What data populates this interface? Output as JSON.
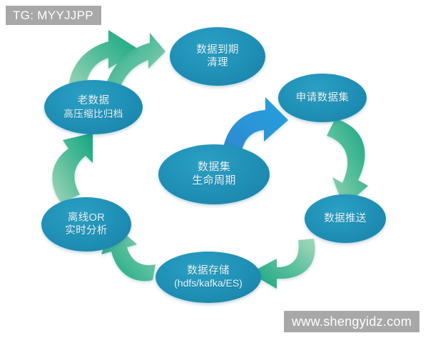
{
  "overlays": {
    "tg_tag": "TG: MYYJJPP",
    "watermark": "www.shengyidz.com"
  },
  "diagram": {
    "type": "cycle",
    "title": "数据集生命周期",
    "colors": {
      "node_fill": "#1f8fb5",
      "node_text": "#eaf7fb",
      "arrow_green_dark": "#18a886",
      "arrow_green_light": "#8fcfb0",
      "arrow_blue": "#2a97d8",
      "background": "#ffffff",
      "overlay_gray": "#a8a8a8"
    },
    "center": {
      "id": "dataset-lifecycle",
      "line1": "数据集",
      "line2": "生命周期"
    },
    "nodes": [
      {
        "id": "data-expiry-cleanup",
        "position": "top",
        "line1": "数据到期",
        "line2": "清理"
      },
      {
        "id": "apply-dataset",
        "position": "top-right",
        "line1": "申请数据集",
        "line2": ""
      },
      {
        "id": "data-push",
        "position": "right",
        "line1": "数据推送",
        "line2": ""
      },
      {
        "id": "data-storage",
        "position": "bottom",
        "line1": "数据存储",
        "line2": "(hdfs/kafka/ES)"
      },
      {
        "id": "offline-or-realtime-analysis",
        "position": "bottom-left",
        "line1": "离线OR",
        "line2": "实时分析"
      },
      {
        "id": "old-data-archive",
        "position": "top-left",
        "line1": "老数据",
        "line2": "高压缩比归档"
      }
    ],
    "arrows": [
      {
        "id": "arrow-center-to-apply",
        "from": "dataset-lifecycle",
        "to": "apply-dataset",
        "color": "blue"
      },
      {
        "id": "arrow-apply-to-push",
        "from": "apply-dataset",
        "to": "data-push",
        "color": "green"
      },
      {
        "id": "arrow-push-to-storage",
        "from": "data-push",
        "to": "data-storage",
        "color": "green"
      },
      {
        "id": "arrow-storage-to-analysis",
        "from": "data-storage",
        "to": "offline-or-realtime-analysis",
        "color": "green"
      },
      {
        "id": "arrow-analysis-to-archive",
        "from": "offline-or-realtime-analysis",
        "to": "old-data-archive",
        "color": "green"
      },
      {
        "id": "arrow-archive-to-cleanup",
        "from": "old-data-archive",
        "to": "data-expiry-cleanup",
        "color": "green"
      }
    ]
  }
}
